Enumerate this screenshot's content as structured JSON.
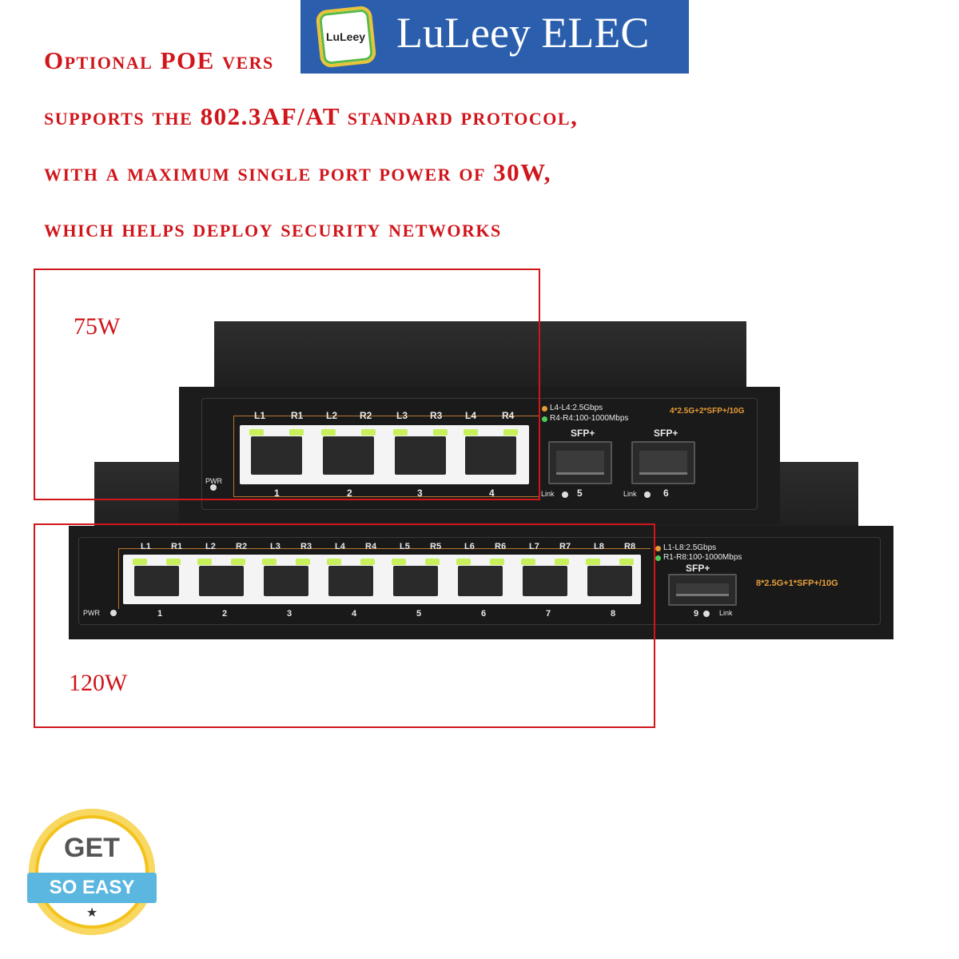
{
  "headline": {
    "line1": "Optional POE vers",
    "line2": "supports the 802.3AF/AT standard protocol,",
    "line3": "with a maximum single port power of 30W,",
    "line4": "which helps deploy security networks"
  },
  "brand": {
    "logo_text": "LuLeey",
    "name": "LuLeey ELEC"
  },
  "frames": {
    "small_power": "75W",
    "large_power": "120W"
  },
  "small_switch": {
    "port_labels": [
      "L1",
      "R1",
      "L2",
      "R2",
      "L3",
      "R3",
      "L4",
      "R4"
    ],
    "port_numbers": [
      "1",
      "2",
      "3",
      "4"
    ],
    "legend_line1": "L4-L4:2.5Gbps",
    "legend_line2": "R4-R4:100-1000Mbps",
    "model": "4*2.5G+2*SFP+/10G",
    "sfp_label": "SFP+",
    "sfp_numbers": [
      "5",
      "6"
    ],
    "link_label": "Link",
    "pwr_label": "PWR"
  },
  "large_switch": {
    "port_labels": [
      "L1",
      "R1",
      "L2",
      "R2",
      "L3",
      "R3",
      "L4",
      "R4",
      "L5",
      "R5",
      "L6",
      "R6",
      "L7",
      "R7",
      "L8",
      "R8"
    ],
    "port_numbers": [
      "1",
      "2",
      "3",
      "4",
      "5",
      "6",
      "7",
      "8"
    ],
    "legend_line1": "L1-L8:2.5Gbps",
    "legend_line2": "R1-R8:100-1000Mbps",
    "model": "8*2.5G+1*SFP+/10G",
    "sfp_label": "SFP+",
    "sfp_number": "9",
    "link_label": "Link",
    "pwr_label": "PWR"
  },
  "badge": {
    "top": "GET",
    "ribbon": "SO EASY",
    "star": "★"
  },
  "colors": {
    "accent_red": "#d0151b",
    "brand_blue": "#2b5fad",
    "led_green": "#c8f05a",
    "badge_yellow": "#f3c21c",
    "ribbon_blue": "#5bb7e0"
  }
}
